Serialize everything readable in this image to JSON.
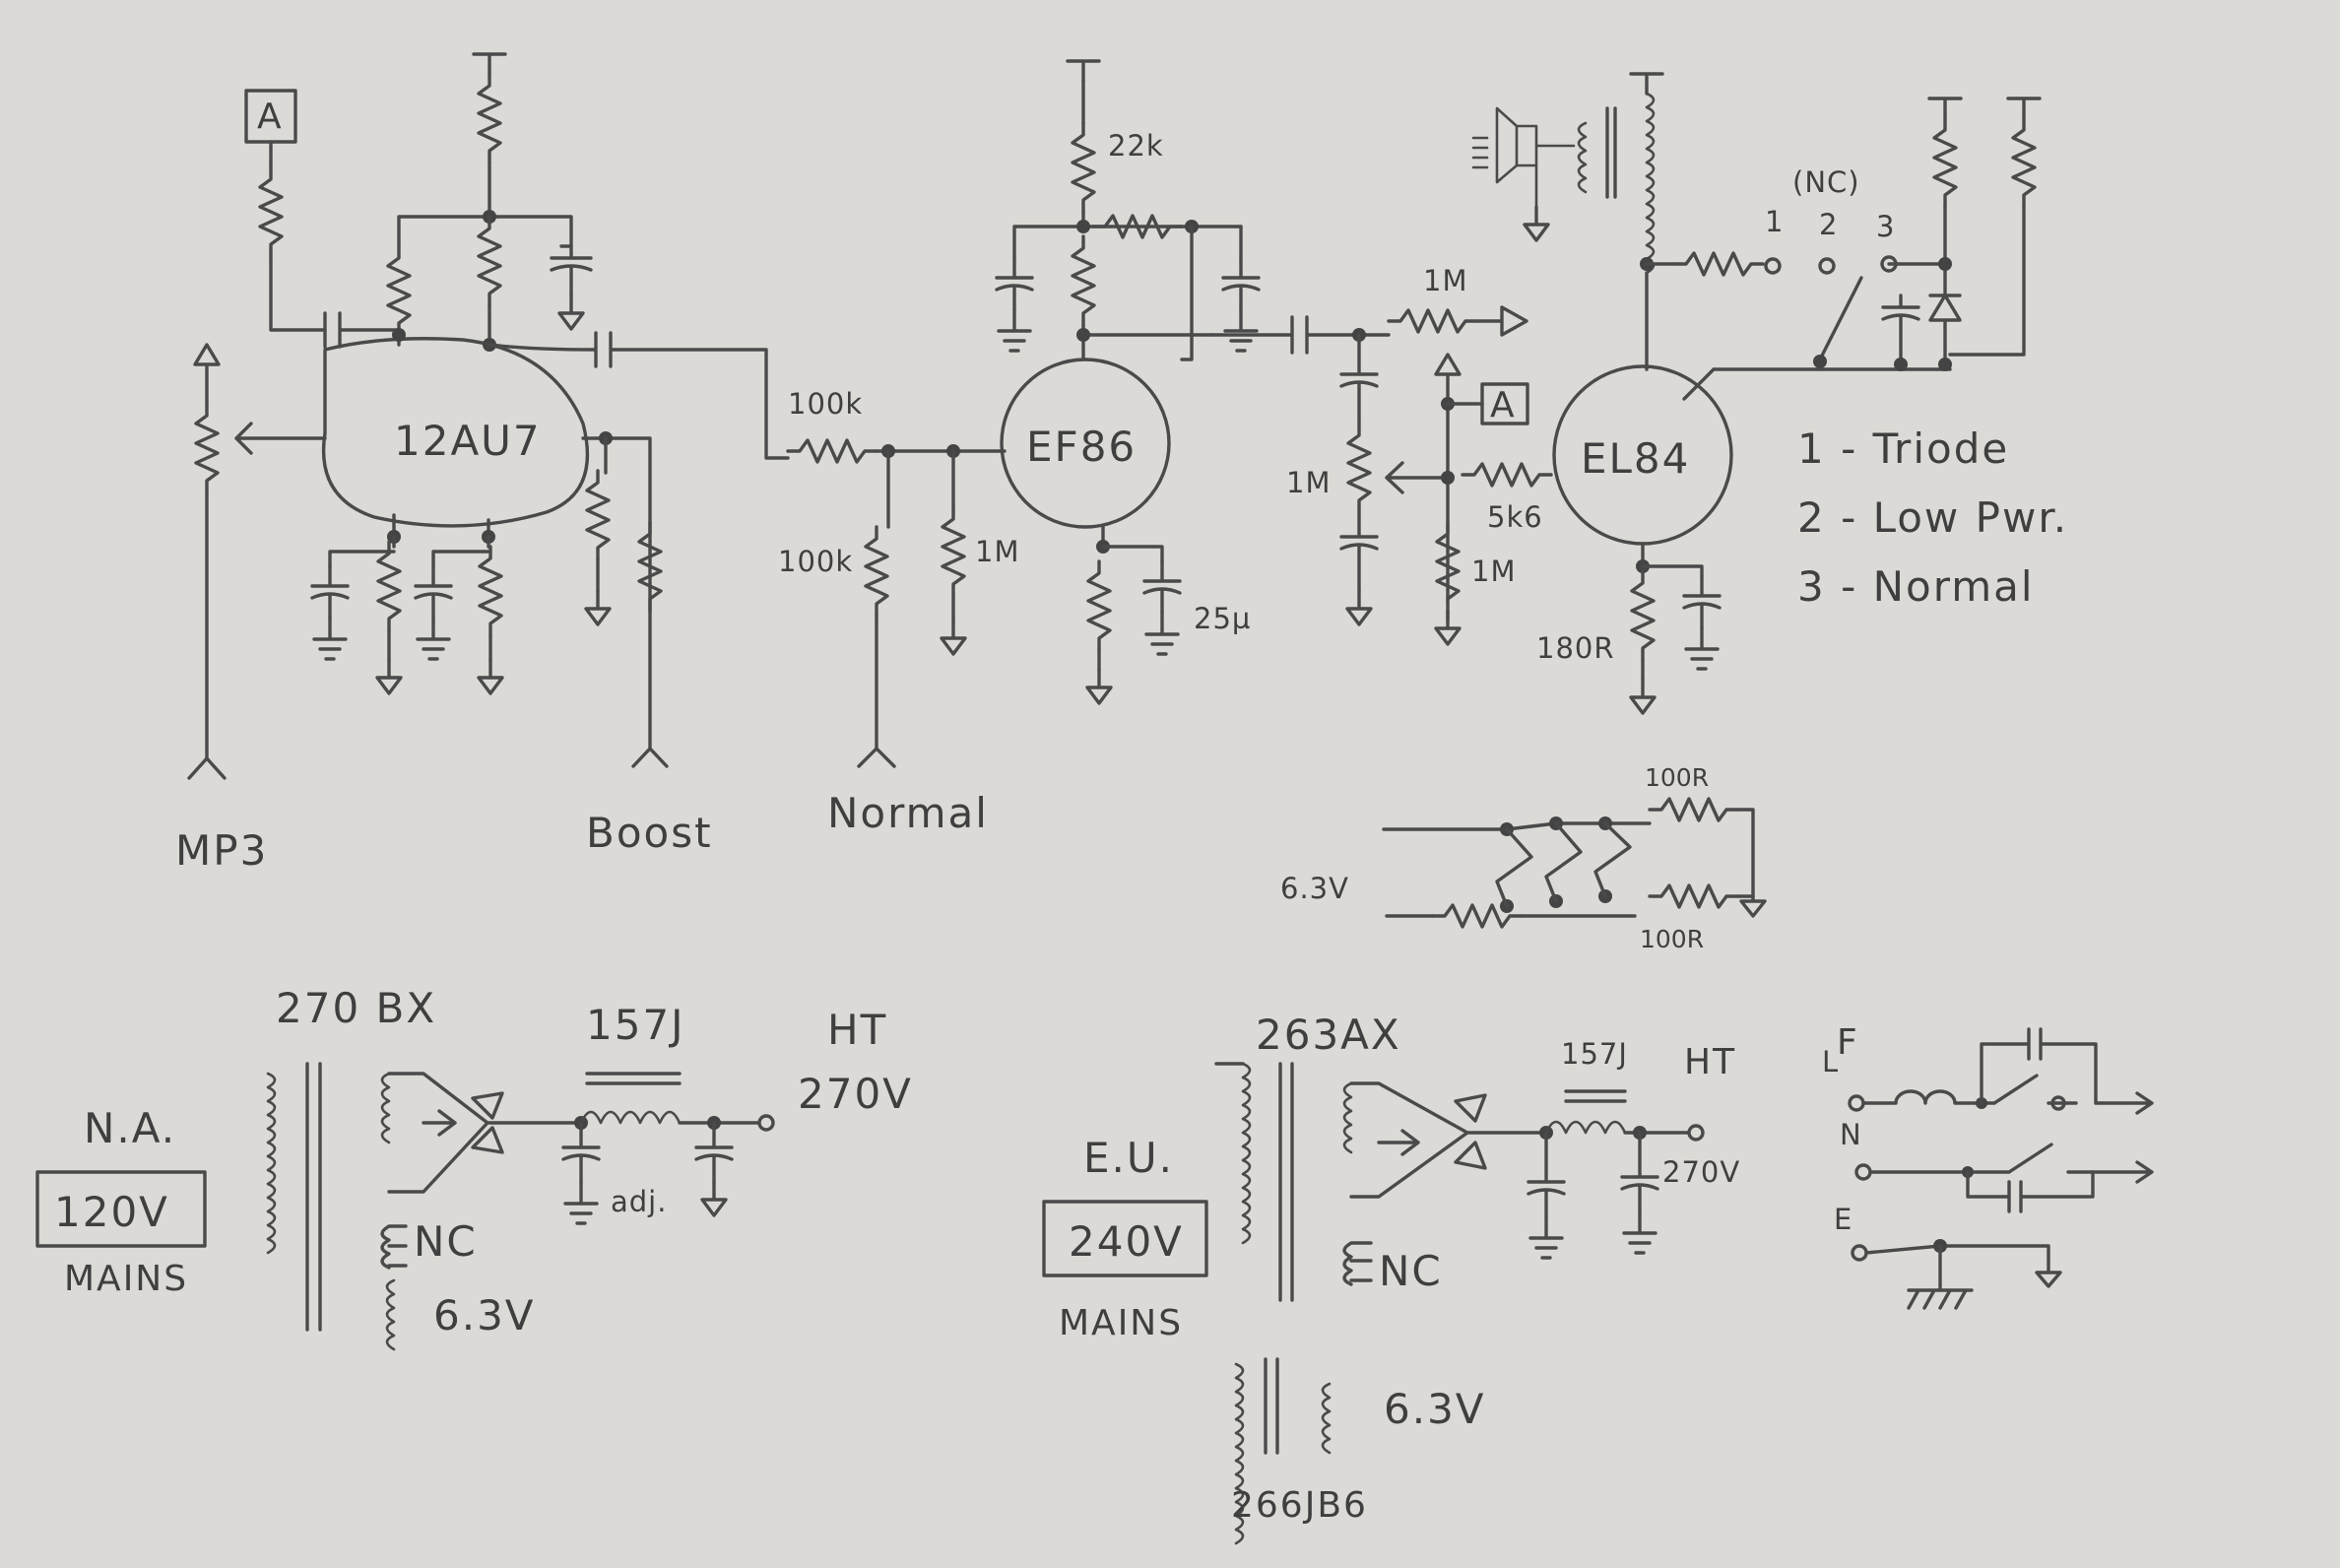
{
  "tubes": {
    "v1": "12AU7",
    "v2": "EF86",
    "v3": "EL84"
  },
  "inputs": {
    "mp3": "MP3",
    "boost": "Boost",
    "normal": "Normal"
  },
  "feedback_tag": "A",
  "components": {
    "r_22k": "22k",
    "r_100k_series": "100k",
    "r_100k_shunt": "100k",
    "r_1m_grid": "1M",
    "c_25u": "25µ",
    "r_1m_out": "1M",
    "r_1m_pot": "1M",
    "r_5k6": "5k6",
    "r_1m_ret": "1M",
    "r_180r": "180R"
  },
  "mode_switch": {
    "header": "(NC)",
    "positions": [
      "1",
      "2",
      "3"
    ],
    "legend": [
      "1 - Triode",
      "2 - Low Pwr.",
      "3 - Normal"
    ]
  },
  "heater_network": {
    "voltage": "6.3V",
    "r_top": "100R",
    "r_bottom": "100R"
  },
  "psu_na": {
    "transformer": "270 BX",
    "region": "N.A.",
    "mains_voltage": "120V",
    "mains_label": "MAINS",
    "choke": "157J",
    "ht_label": "HT",
    "ht_voltage": "270V",
    "adj_label": "adj.",
    "nc_label": "NC",
    "heater_voltage": "6.3V"
  },
  "psu_eu": {
    "transformer": "263AX",
    "region": "E.U.",
    "mains_voltage": "240V",
    "mains_label": "MAINS",
    "choke": "157J",
    "ht_label": "HT",
    "ht_voltage": "270V",
    "nc_label": "NC",
    "heater_transformer": "266JB6",
    "heater_voltage": "6.3V"
  },
  "mains_entry": {
    "fuse": "F",
    "live": "L",
    "neutral": "N",
    "earth": "E"
  }
}
